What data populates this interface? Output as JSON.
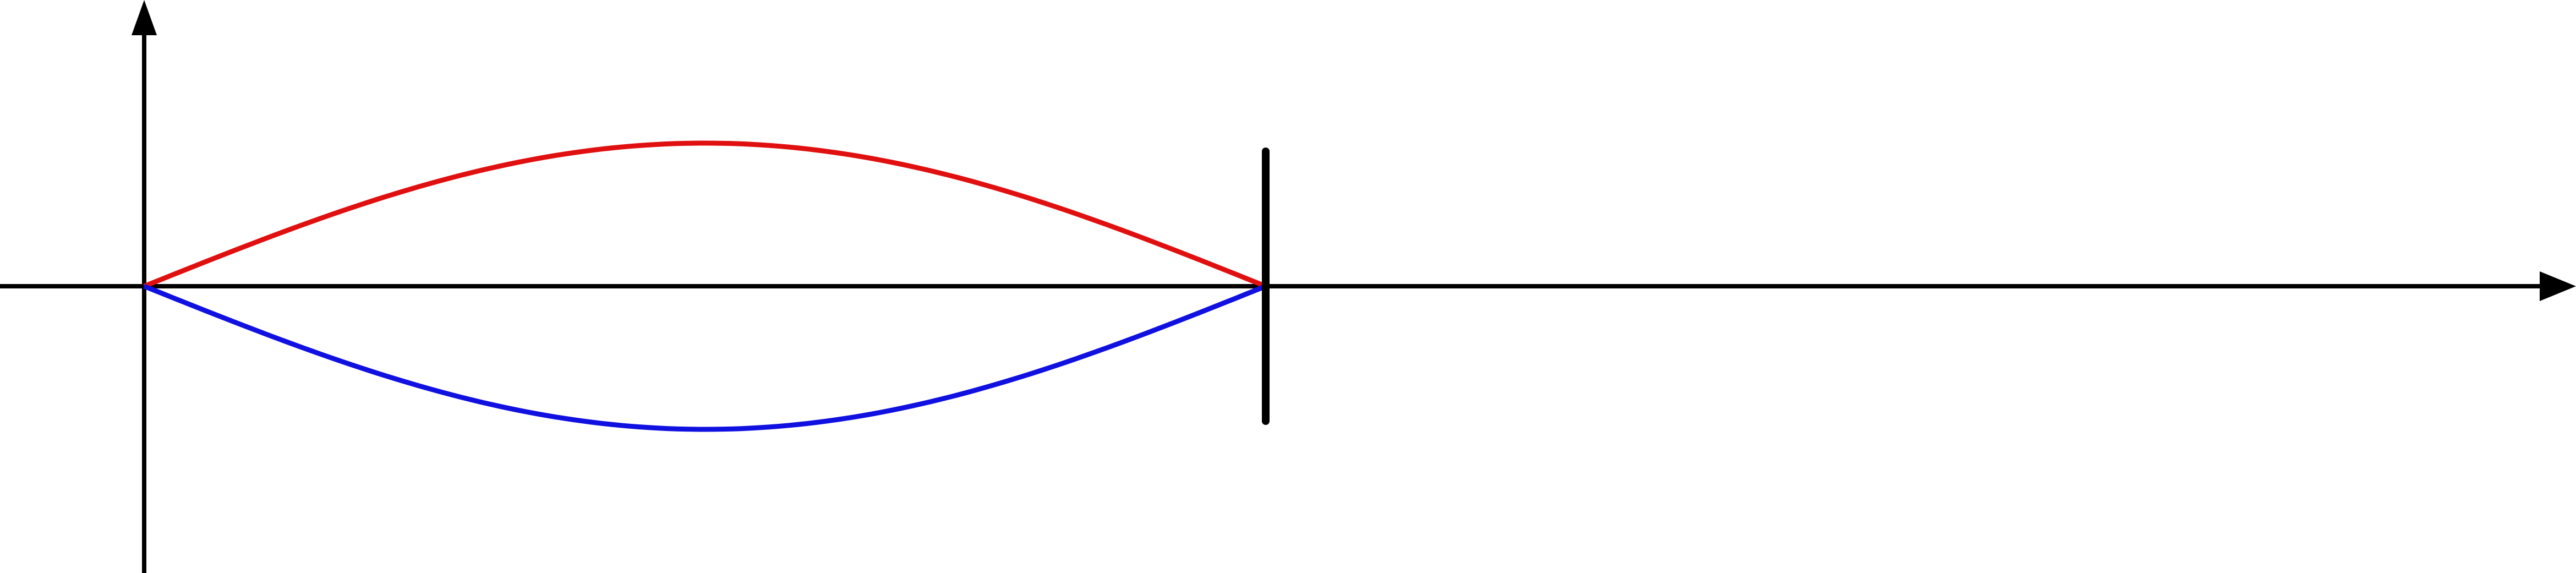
{
  "diagram": {
    "type": "standing-wave-mode",
    "axes": {
      "horizontal_arrow": true,
      "vertical_arrow": true,
      "color": "#000000"
    },
    "boundary_marker": {
      "type": "vertical-bar",
      "color": "#000000"
    },
    "curves": [
      {
        "name": "upper",
        "color": "#e01010",
        "shape": "half-sine",
        "sign": 1
      },
      {
        "name": "lower",
        "color": "#1010e0",
        "shape": "half-sine",
        "sign": -1
      }
    ]
  }
}
